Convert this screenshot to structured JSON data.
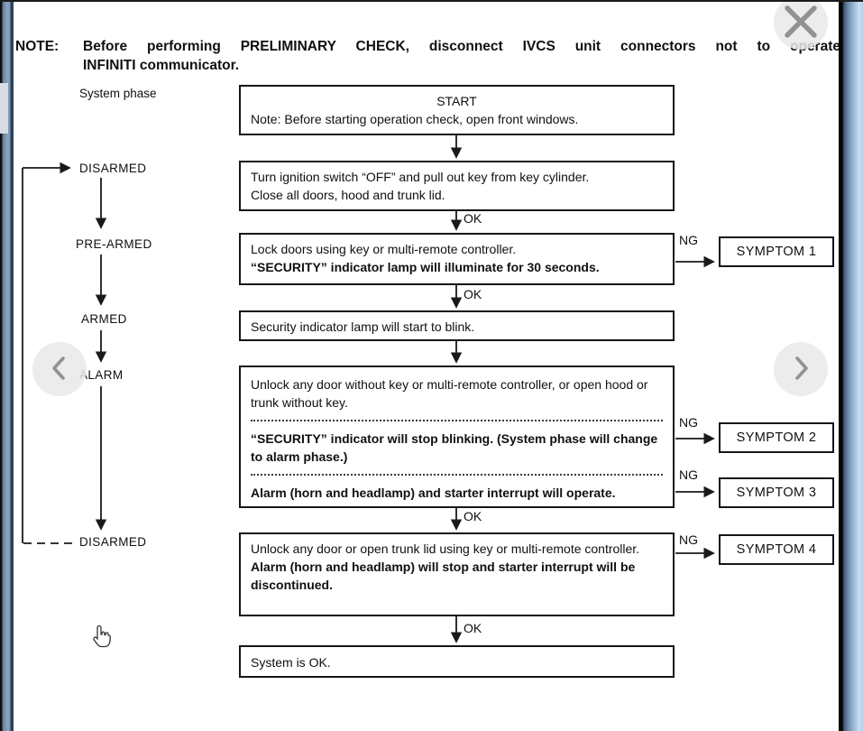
{
  "note": {
    "label": "NOTE:",
    "line1": "Before performing PRELIMINARY CHECK, disconnect IVCS unit connectors not to operate",
    "line2": "INFINITI communicator."
  },
  "diagram": {
    "system_phase_label": "System phase",
    "ok_label": "OK",
    "ng_label": "NG",
    "phases": [
      {
        "label": "DISARMED"
      },
      {
        "label": "PRE-ARMED"
      },
      {
        "label": "ARMED"
      },
      {
        "label": "ALARM"
      },
      {
        "label": "DISARMED"
      }
    ],
    "symptoms": [
      "SYMPTOM 1",
      "SYMPTOM 2",
      "SYMPTOM 3",
      "SYMPTOM 4"
    ],
    "boxes": {
      "start": {
        "title": "START",
        "note": "Note: Before starting operation check, open front windows."
      },
      "ignition_off": {
        "line1": "Turn ignition switch “OFF” and pull out key from key cylinder.",
        "line2": "Close all doors, hood and trunk lid."
      },
      "lock_doors": {
        "line1": "Lock doors using key or multi-remote controller.",
        "line2": "“SECURITY” indicator lamp will illuminate for 30 seconds."
      },
      "indicator_blink": {
        "line1": "Security indicator lamp will start to blink."
      },
      "unlock_alarm": {
        "line1": "Unlock any door without key or multi-remote controller, or open hood or trunk without key.",
        "line2": "“SECURITY” indicator will stop blinking. (System phase will change to alarm phase.)",
        "line3": "Alarm (horn and headlamp) and starter interrupt will operate."
      },
      "unlock_disarm": {
        "line1": "Unlock any door or open trunk lid using key or multi-remote controller.",
        "line2": "Alarm (horn and headlamp) will stop and starter interrupt will be discontinued."
      },
      "system_ok": {
        "line1": "System is OK."
      }
    }
  },
  "colors": {
    "border_blue": "#7e98b4",
    "border_navy": "#2d4158",
    "button_gray": "#e9e9e9",
    "icon_gray": "#929292",
    "ink": "#101010"
  }
}
